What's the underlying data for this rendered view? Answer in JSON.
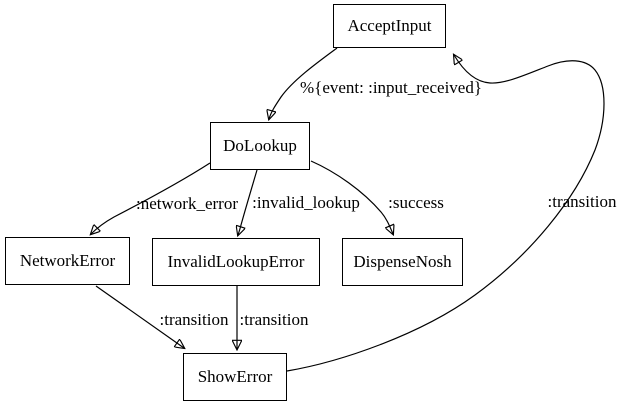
{
  "diagram": {
    "type": "state-machine-graph",
    "colors": {
      "background": "#ffffff",
      "node_fill": "#ffffff",
      "node_border": "#000000",
      "edge_stroke": "#000000",
      "text": "#000000"
    },
    "nodes": [
      {
        "id": "accept-input",
        "label": "AcceptInput"
      },
      {
        "id": "do-lookup",
        "label": "DoLookup"
      },
      {
        "id": "network-error",
        "label": "NetworkError"
      },
      {
        "id": "invalid-lookup-error",
        "label": "InvalidLookupError"
      },
      {
        "id": "dispense-nosh",
        "label": "DispenseNosh"
      },
      {
        "id": "show-error",
        "label": "ShowError"
      }
    ],
    "edges": [
      {
        "from": "AcceptInput",
        "to": "DoLookup",
        "label": "%{event: :input_received}"
      },
      {
        "from": "DoLookup",
        "to": "NetworkError",
        "label": ":network_error"
      },
      {
        "from": "DoLookup",
        "to": "InvalidLookupError",
        "label": ":invalid_lookup"
      },
      {
        "from": "DoLookup",
        "to": "DispenseNosh",
        "label": ":success"
      },
      {
        "from": "NetworkError",
        "to": "ShowError",
        "label": ":transition"
      },
      {
        "from": "InvalidLookupError",
        "to": "ShowError",
        "label": ":transition"
      },
      {
        "from": "ShowError",
        "to": "AcceptInput",
        "label": ":transition"
      }
    ]
  }
}
